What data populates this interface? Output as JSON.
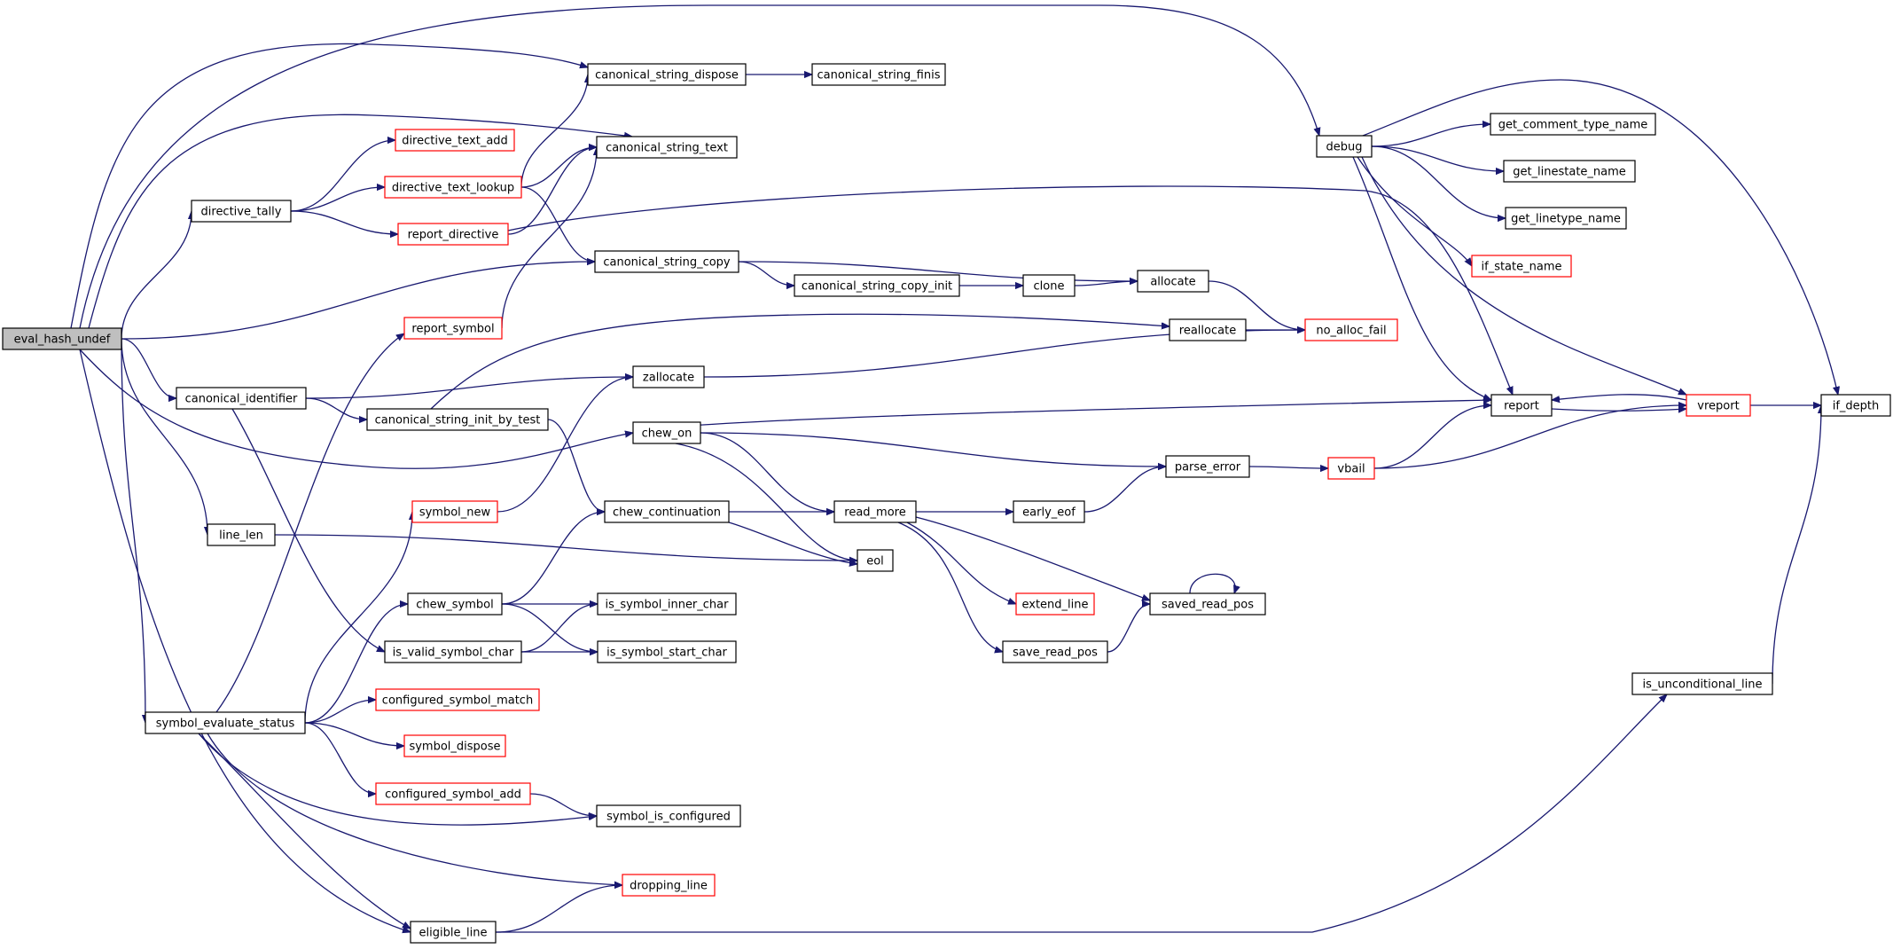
{
  "diagram": {
    "nodes": [
      {
        "id": "eval_hash_undef",
        "label": "eval_hash_undef",
        "style": "root"
      },
      {
        "id": "canonical_string_dispose",
        "label": "canonical_string_dispose",
        "style": "normal"
      },
      {
        "id": "canonical_string_finis",
        "label": "canonical_string_finis",
        "style": "normal"
      },
      {
        "id": "directive_text_add",
        "label": "directive_text_add",
        "style": "red"
      },
      {
        "id": "canonical_string_text",
        "label": "canonical_string_text",
        "style": "normal"
      },
      {
        "id": "directive_text_lookup",
        "label": "directive_text_lookup",
        "style": "red"
      },
      {
        "id": "directive_tally",
        "label": "directive_tally",
        "style": "normal"
      },
      {
        "id": "report_directive",
        "label": "report_directive",
        "style": "red"
      },
      {
        "id": "canonical_string_copy",
        "label": "canonical_string_copy",
        "style": "normal"
      },
      {
        "id": "canonical_string_copy_init",
        "label": "canonical_string_copy_init",
        "style": "normal"
      },
      {
        "id": "clone",
        "label": "clone",
        "style": "normal"
      },
      {
        "id": "allocate",
        "label": "allocate",
        "style": "normal"
      },
      {
        "id": "report_symbol",
        "label": "report_symbol",
        "style": "red"
      },
      {
        "id": "reallocate",
        "label": "reallocate",
        "style": "normal"
      },
      {
        "id": "no_alloc_fail",
        "label": "no_alloc_fail",
        "style": "red"
      },
      {
        "id": "canonical_identifier",
        "label": "canonical_identifier",
        "style": "normal"
      },
      {
        "id": "zallocate",
        "label": "zallocate",
        "style": "normal"
      },
      {
        "id": "canonical_string_init_by_test",
        "label": "canonical_string_init_by_test",
        "style": "normal"
      },
      {
        "id": "chew_on",
        "label": "chew_on",
        "style": "normal"
      },
      {
        "id": "parse_error",
        "label": "parse_error",
        "style": "normal"
      },
      {
        "id": "vbail",
        "label": "vbail",
        "style": "red"
      },
      {
        "id": "report",
        "label": "report",
        "style": "normal"
      },
      {
        "id": "vreport",
        "label": "vreport",
        "style": "red"
      },
      {
        "id": "if_depth",
        "label": "if_depth",
        "style": "normal"
      },
      {
        "id": "symbol_new",
        "label": "symbol_new",
        "style": "red"
      },
      {
        "id": "chew_continuation",
        "label": "chew_continuation",
        "style": "normal"
      },
      {
        "id": "read_more",
        "label": "read_more",
        "style": "normal"
      },
      {
        "id": "early_eof",
        "label": "early_eof",
        "style": "normal"
      },
      {
        "id": "line_len",
        "label": "line_len",
        "style": "normal"
      },
      {
        "id": "eol",
        "label": "eol",
        "style": "normal"
      },
      {
        "id": "chew_symbol",
        "label": "chew_symbol",
        "style": "normal"
      },
      {
        "id": "is_symbol_inner_char",
        "label": "is_symbol_inner_char",
        "style": "normal"
      },
      {
        "id": "extend_line",
        "label": "extend_line",
        "style": "red"
      },
      {
        "id": "saved_read_pos",
        "label": "saved_read_pos",
        "style": "normal"
      },
      {
        "id": "is_valid_symbol_char",
        "label": "is_valid_symbol_char",
        "style": "normal"
      },
      {
        "id": "is_symbol_start_char",
        "label": "is_symbol_start_char",
        "style": "normal"
      },
      {
        "id": "save_read_pos",
        "label": "save_read_pos",
        "style": "normal"
      },
      {
        "id": "is_unconditional_line",
        "label": "is_unconditional_line",
        "style": "normal"
      },
      {
        "id": "symbol_evaluate_status",
        "label": "symbol_evaluate_status",
        "style": "normal"
      },
      {
        "id": "configured_symbol_match",
        "label": "configured_symbol_match",
        "style": "red"
      },
      {
        "id": "symbol_dispose",
        "label": "symbol_dispose",
        "style": "red"
      },
      {
        "id": "configured_symbol_add",
        "label": "configured_symbol_add",
        "style": "red"
      },
      {
        "id": "symbol_is_configured",
        "label": "symbol_is_configured",
        "style": "normal"
      },
      {
        "id": "dropping_line",
        "label": "dropping_line",
        "style": "red"
      },
      {
        "id": "eligible_line",
        "label": "eligible_line",
        "style": "normal"
      },
      {
        "id": "debug",
        "label": "debug",
        "style": "normal"
      },
      {
        "id": "get_comment_type_name",
        "label": "get_comment_type_name",
        "style": "normal"
      },
      {
        "id": "get_linestate_name",
        "label": "get_linestate_name",
        "style": "normal"
      },
      {
        "id": "get_linetype_name",
        "label": "get_linetype_name",
        "style": "normal"
      },
      {
        "id": "if_state_name",
        "label": "if_state_name",
        "style": "red"
      }
    ],
    "edges": [
      [
        "eval_hash_undef",
        "debug"
      ],
      [
        "eval_hash_undef",
        "canonical_string_dispose"
      ],
      [
        "eval_hash_undef",
        "canonical_string_text"
      ],
      [
        "eval_hash_undef",
        "directive_tally"
      ],
      [
        "eval_hash_undef",
        "canonical_string_copy"
      ],
      [
        "eval_hash_undef",
        "canonical_identifier"
      ],
      [
        "eval_hash_undef",
        "chew_on"
      ],
      [
        "eval_hash_undef",
        "line_len"
      ],
      [
        "eval_hash_undef",
        "symbol_evaluate_status"
      ],
      [
        "eval_hash_undef",
        "eligible_line"
      ],
      [
        "canonical_string_dispose",
        "canonical_string_finis"
      ],
      [
        "directive_tally",
        "directive_text_add"
      ],
      [
        "directive_tally",
        "directive_text_lookup"
      ],
      [
        "directive_tally",
        "report_directive"
      ],
      [
        "directive_text_lookup",
        "canonical_string_dispose"
      ],
      [
        "directive_text_lookup",
        "canonical_string_text"
      ],
      [
        "directive_text_lookup",
        "canonical_string_copy"
      ],
      [
        "report_directive",
        "canonical_string_text"
      ],
      [
        "report_directive",
        "report"
      ],
      [
        "canonical_string_copy",
        "canonical_string_copy_init"
      ],
      [
        "canonical_string_copy",
        "allocate"
      ],
      [
        "canonical_string_copy_init",
        "clone"
      ],
      [
        "clone",
        "allocate"
      ],
      [
        "allocate",
        "no_alloc_fail"
      ],
      [
        "reallocate",
        "no_alloc_fail"
      ],
      [
        "zallocate",
        "no_alloc_fail"
      ],
      [
        "report_symbol",
        "canonical_string_text"
      ],
      [
        "canonical_identifier",
        "zallocate"
      ],
      [
        "canonical_identifier",
        "canonical_string_init_by_test"
      ],
      [
        "canonical_identifier",
        "is_valid_symbol_char"
      ],
      [
        "canonical_string_init_by_test",
        "reallocate"
      ],
      [
        "canonical_string_init_by_test",
        "chew_continuation"
      ],
      [
        "chew_on",
        "report"
      ],
      [
        "chew_on",
        "parse_error"
      ],
      [
        "chew_on",
        "read_more"
      ],
      [
        "chew_on",
        "eol"
      ],
      [
        "parse_error",
        "vbail"
      ],
      [
        "vbail",
        "report"
      ],
      [
        "vbail",
        "vreport"
      ],
      [
        "report",
        "vreport"
      ],
      [
        "vreport",
        "report"
      ],
      [
        "vreport",
        "if_depth"
      ],
      [
        "symbol_new",
        "zallocate"
      ],
      [
        "chew_continuation",
        "read_more"
      ],
      [
        "chew_continuation",
        "eol"
      ],
      [
        "read_more",
        "early_eof"
      ],
      [
        "read_more",
        "extend_line"
      ],
      [
        "read_more",
        "saved_read_pos"
      ],
      [
        "read_more",
        "save_read_pos"
      ],
      [
        "early_eof",
        "parse_error"
      ],
      [
        "line_len",
        "eol"
      ],
      [
        "chew_symbol",
        "chew_continuation"
      ],
      [
        "chew_symbol",
        "is_symbol_inner_char"
      ],
      [
        "chew_symbol",
        "is_symbol_start_char"
      ],
      [
        "is_valid_symbol_char",
        "is_symbol_inner_char"
      ],
      [
        "is_valid_symbol_char",
        "is_symbol_start_char"
      ],
      [
        "saved_read_pos",
        "saved_read_pos"
      ],
      [
        "save_read_pos",
        "saved_read_pos"
      ],
      [
        "is_unconditional_line",
        "if_depth"
      ],
      [
        "symbol_evaluate_status",
        "report_symbol"
      ],
      [
        "symbol_evaluate_status",
        "symbol_new"
      ],
      [
        "symbol_evaluate_status",
        "chew_symbol"
      ],
      [
        "symbol_evaluate_status",
        "configured_symbol_match"
      ],
      [
        "symbol_evaluate_status",
        "symbol_dispose"
      ],
      [
        "symbol_evaluate_status",
        "configured_symbol_add"
      ],
      [
        "symbol_evaluate_status",
        "symbol_is_configured"
      ],
      [
        "symbol_evaluate_status",
        "dropping_line"
      ],
      [
        "symbol_evaluate_status",
        "eligible_line"
      ],
      [
        "configured_symbol_add",
        "symbol_is_configured"
      ],
      [
        "eligible_line",
        "dropping_line"
      ],
      [
        "eligible_line",
        "is_unconditional_line"
      ],
      [
        "debug",
        "get_comment_type_name"
      ],
      [
        "debug",
        "get_linestate_name"
      ],
      [
        "debug",
        "get_linetype_name"
      ],
      [
        "debug",
        "if_state_name"
      ],
      [
        "debug",
        "report"
      ],
      [
        "debug",
        "vreport"
      ],
      [
        "debug",
        "if_depth"
      ]
    ]
  }
}
